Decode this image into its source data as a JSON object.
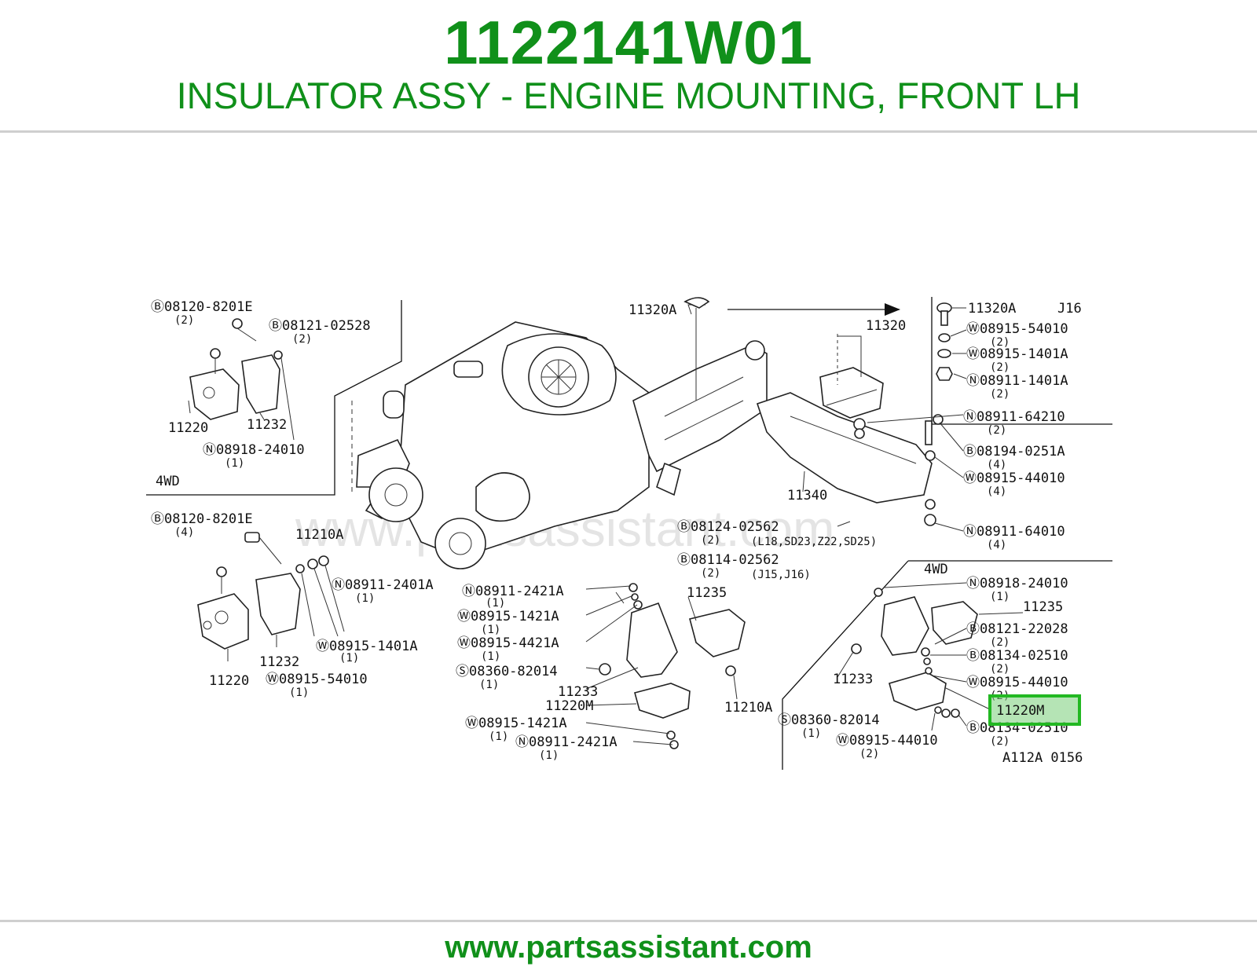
{
  "header": {
    "part_number": "1122141W01",
    "part_title": "INSULATOR ASSY - ENGINE MOUNTING, FRONT LH"
  },
  "footer": {
    "url": "www.partsassistant.com"
  },
  "diagram": {
    "watermark": "www.partsassistant.com",
    "ref_code": "A112A 0156",
    "highlighted_part": "11220M",
    "labels": {
      "tl_b1": "Ⓑ08120-8201E",
      "tl_b1_q": "(2)",
      "tl_b2": "Ⓑ08121-02528",
      "tl_b2_q": "(2)",
      "tl_11220": "11220",
      "tl_11232": "11232",
      "tl_n1": "Ⓝ08918-24010",
      "tl_n1_q": "(1)",
      "tl_4wd": "4WD",
      "ml_b1": "Ⓑ08120-8201E",
      "ml_b1_q": "(4)",
      "ml_11210a": "11210A",
      "ml_n1": "Ⓝ08911-2401A",
      "ml_n1_q": "(1)",
      "ml_w1": "Ⓦ08915-1401A",
      "ml_w1_q": "(1)",
      "ml_11232": "11232",
      "ml_11220": "11220",
      "ml_w2": "Ⓦ08915-54010",
      "ml_w2_q": "(1)",
      "c_11320a": "11320A",
      "c_n1": "Ⓝ08911-2421A",
      "c_n1_q": "(1)",
      "c_w1": "Ⓦ08915-1421A",
      "c_w1_q": "(1)",
      "c_w2": "Ⓦ08915-4421A",
      "c_w2_q": "(1)",
      "c_s1": "Ⓢ08360-82014",
      "c_s1_q": "(1)",
      "c_11233": "11233",
      "c_11220m": "11220M",
      "c_w3": "Ⓦ08915-1421A",
      "c_w3_q": "(1)",
      "c_n2": "Ⓝ08911-2421A",
      "c_n2_q": "(1)",
      "c_11235": "11235",
      "c_11210a": "11210A",
      "r_11320": "11320",
      "r_11340": "11340",
      "r_b1": "Ⓑ08124-02562",
      "r_b1_q": "(2)",
      "r_b1_note": "(L18,SD23,Z22,SD25)",
      "r_b2": "Ⓑ08114-02562",
      "r_b2_q": "(2)",
      "r_b2_note": "(J15,J16)",
      "tr_11320a": "11320A",
      "tr_j16": "J16",
      "tr_w1": "Ⓦ08915-54010",
      "tr_w1_q": "(2)",
      "tr_w2": "Ⓦ08915-1401A",
      "tr_w2_q": "(2)",
      "tr_n1": "Ⓝ08911-1401A",
      "tr_n1_q": "(2)",
      "rm_n1": "Ⓝ08911-64210",
      "rm_n1_q": "(2)",
      "rm_b1": "Ⓑ08194-0251A",
      "rm_b1_q": "(4)",
      "rm_w1": "Ⓦ08915-44010",
      "rm_w1_q": "(4)",
      "rm_n2": "Ⓝ08911-64010",
      "rm_n2_q": "(4)",
      "br_4wd": "4WD",
      "br_n1": "Ⓝ08918-24010",
      "br_n1_q": "(1)",
      "br_11235": "11235",
      "br_b1": "Ⓑ08121-22028",
      "br_b1_q": "(2)",
      "br_b2": "Ⓑ08134-02510",
      "br_b2_q": "(2)",
      "br_11233": "11233",
      "br_w1": "Ⓦ08915-44010",
      "br_w1_q": "(2)",
      "br_11220m": "11220M",
      "br_s1": "Ⓢ08360-82014",
      "br_s1_q": "(1)",
      "br_b3": "Ⓑ08134-02510",
      "br_b3_q": "(2)",
      "br_w2": "Ⓦ08915-44010",
      "br_w2_q": "(2)"
    }
  },
  "colors": {
    "brand_green": "#10901a",
    "highlight_border": "#22b822",
    "rule": "#cfcfcf"
  }
}
